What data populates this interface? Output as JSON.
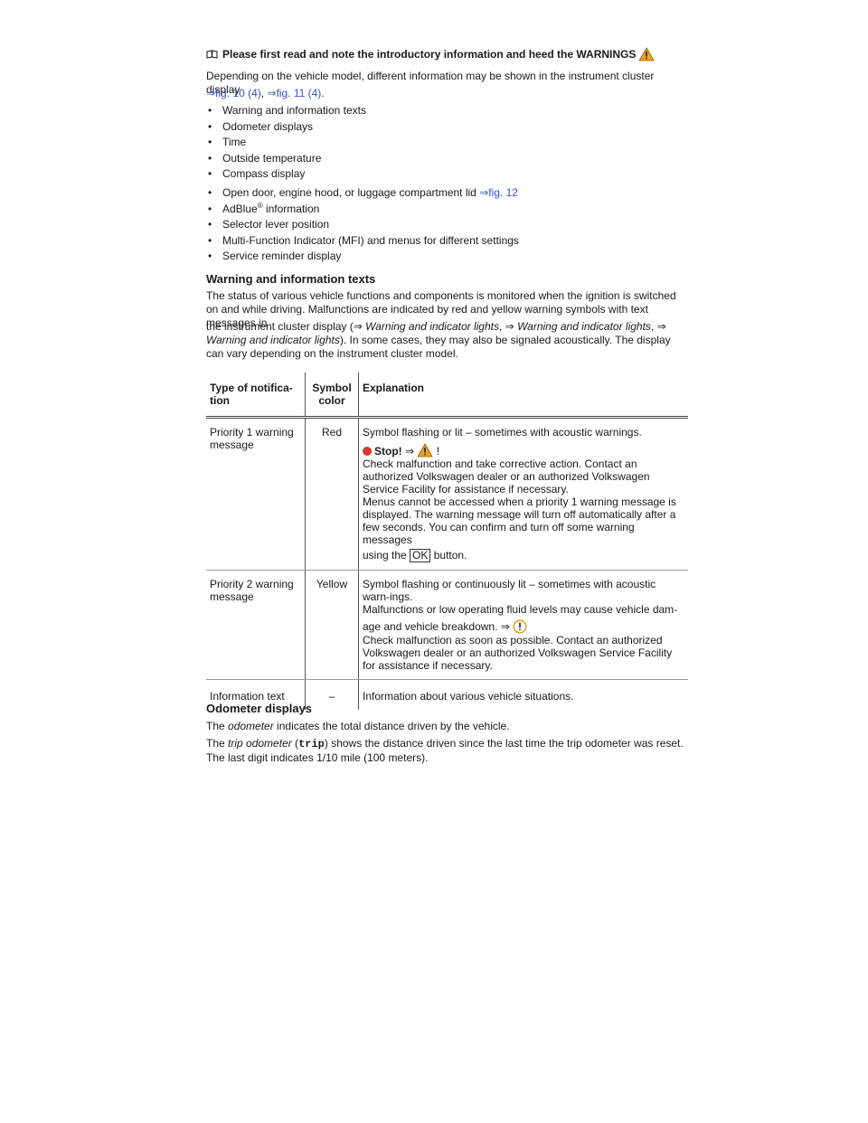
{
  "intro": {
    "heading": "Please first read and note the introductory information and heed the WARNINGS",
    "line1": "Depending on the vehicle model, different information may be shown in the instrument cluster display",
    "fig10": "⇒fig. 10 (4)",
    "sep": ", ",
    "fig11": "⇒fig. 11 (4)",
    "end": "."
  },
  "bullets_a": [
    "Warning and information texts",
    "Odometer displays",
    "Time",
    "Outside temperature",
    "Compass display"
  ],
  "bullets_b": {
    "door": "Open door, engine hood, or luggage compartment lid ",
    "door_link": "⇒fig. 12",
    "adblue": "AdBlue",
    "adblue_sup": "®",
    "adblue_rest": " information",
    "rest": [
      "Selector lever position",
      "Multi-Function Indicator (MFI) and menus for different settings",
      "Service reminder display"
    ]
  },
  "warning_section": {
    "title": "Warning and information texts",
    "p1": "The status of various vehicle functions and components is monitored when the ignition is switched on and while driving. Malfunctions are indicated by red and yellow warning symbols with text messages in",
    "p2_a": "the instrument cluster display (⇒ ",
    "p2_i1": "Warning and indicator lights",
    "p2_b": ", ⇒ ",
    "p2_i2": "Warning and indicator lights",
    "p2_c": ", ⇒ ",
    "p2_i3": "Warning and indicator lights",
    "p2_d": "). In some cases, they may also be signaled acoustically. The display can vary depending on the instrument cluster model."
  },
  "table": {
    "headers": [
      "Type of notifica-tion",
      "Symbol color",
      "Explanation"
    ],
    "row1": {
      "type": "Priority 1 warning message",
      "color": "Red",
      "l1": "Symbol flashing or lit – sometimes with acoustic warnings.",
      "stop": "Stop!",
      "stop_arrow": " ⇒ ",
      "stop_end": " !",
      "l3": "Check malfunction and take corrective action. Contact an authorized Volkswagen dealer or an authorized Volkswagen Service Facility for assistance if necessary.",
      "l4": "Menus cannot be accessed when a priority 1 warning message is displayed. The warning message will turn off automatically after a few seconds. You can confirm and turn off some warning messages",
      "l5a": "using the ",
      "ok": "OK",
      "l5b": " button."
    },
    "row2": {
      "type": "Priority 2 warning message",
      "color": "Yellow",
      "l1": "Symbol flashing or continuously lit – sometimes with acoustic warn-ings.",
      "l2": "Malfunctions or low operating fluid levels may cause vehicle dam-",
      "l3": "age and vehicle breakdown. ⇒",
      "l4": "Check malfunction as soon as possible. Contact an authorized Volkswagen dealer or an authorized Volkswagen Service Facility for assistance if necessary."
    },
    "row3": {
      "type": "Information text",
      "color": "–",
      "expl": "Information about various vehicle situations."
    }
  },
  "odometer": {
    "title": "Odometer displays",
    "p1a": "The ",
    "p1i": "odometer",
    "p1b": " indicates the total distance driven by the vehicle.",
    "p2a": "The ",
    "p2i": "trip odometer",
    "p2b": " (",
    "p2code": "trip",
    "p2c": ") shows the distance driven since the last time the trip odometer was reset. The last digit indicates 1/10 mile (100 meters)."
  },
  "icons": {
    "warning": "warning-triangle-icon",
    "stop": "stop-icon",
    "book": "book-icon",
    "caution": "exclamation-circle-icon"
  },
  "colors": {
    "link": "#3355bb",
    "warning_triangle": "#f0a020",
    "stop_red": "#d43a2a"
  }
}
